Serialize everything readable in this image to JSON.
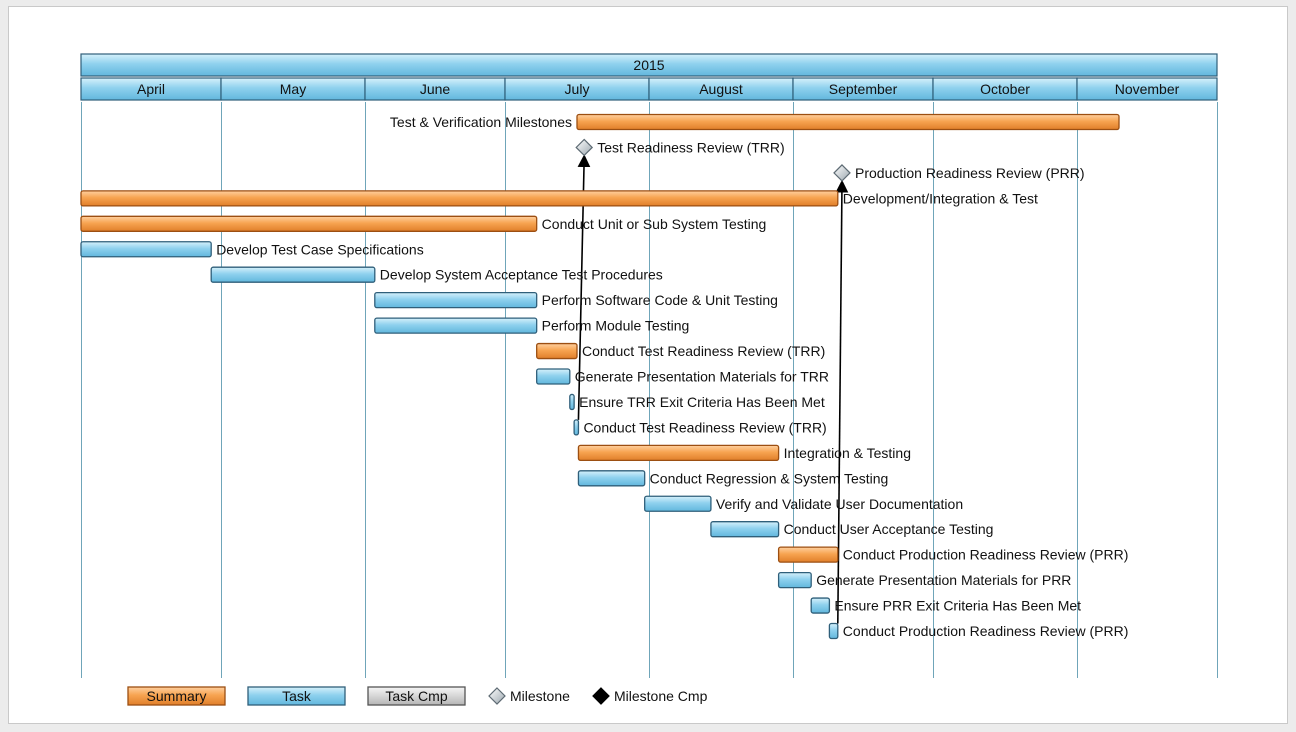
{
  "colors": {
    "summary_fill": "#f7a451",
    "summary_border": "#9c4f12",
    "task_fill": "#8fd1ee",
    "task_border": "#2f5f7a",
    "task_cmp_fill": "#d9d9d9",
    "task_cmp_border": "#555555",
    "milestone_fill": "#d5dce2",
    "milestone_cmp_fill": "#000000",
    "header_fill": "#8fd1ee",
    "gridline": "#4b8fa8"
  },
  "chart_data": {
    "type": "gantt",
    "year_label": "2015",
    "months": [
      "April",
      "May",
      "June",
      "July",
      "August",
      "September",
      "October",
      "November"
    ],
    "x_unit": "months from start of April 2015",
    "xlim": [
      0,
      8
    ],
    "rows": [
      {
        "label": "Test & Verification Milestones",
        "kind": "summary",
        "start": 3.5,
        "end": 7.3,
        "label_side": "left"
      },
      {
        "label": "Test Readiness Review (TRR)",
        "kind": "milestone",
        "at": 3.55
      },
      {
        "label": "Production Readiness Review (PRR)",
        "kind": "milestone",
        "at": 5.35
      },
      {
        "label": "Development/Integration & Test",
        "kind": "summary",
        "start": 0,
        "end": 5.32
      },
      {
        "label": "Conduct Unit or Sub System Testing",
        "kind": "summary",
        "start": 0,
        "end": 3.22
      },
      {
        "label": "Develop Test Case Specifications",
        "kind": "task",
        "start": 0,
        "end": 0.93
      },
      {
        "label": "Develop System Acceptance Test Procedures",
        "kind": "task",
        "start": 0.93,
        "end": 2.07
      },
      {
        "label": "Perform Software Code & Unit Testing",
        "kind": "task",
        "start": 2.07,
        "end": 3.22
      },
      {
        "label": "Perform Module Testing",
        "kind": "task",
        "start": 2.07,
        "end": 3.22
      },
      {
        "label": "Conduct Test Readiness Review (TRR)",
        "kind": "summary",
        "start": 3.22,
        "end": 3.5
      },
      {
        "label": "Generate Presentation Materials for TRR",
        "kind": "task",
        "start": 3.22,
        "end": 3.45
      },
      {
        "label": "Ensure TRR Exit Criteria Has Been Met",
        "kind": "task",
        "start": 3.45,
        "end": 3.48
      },
      {
        "label": "Conduct Test Readiness Review (TRR)",
        "kind": "task",
        "start": 3.48,
        "end": 3.51
      },
      {
        "label": "Integration & Testing",
        "kind": "summary",
        "start": 3.51,
        "end": 4.9
      },
      {
        "label": "Conduct Regression & System Testing",
        "kind": "task",
        "start": 3.51,
        "end": 3.97
      },
      {
        "label": "Verify and Validate User Documentation",
        "kind": "task",
        "start": 3.97,
        "end": 4.43
      },
      {
        "label": "Conduct User Acceptance Testing",
        "kind": "task",
        "start": 4.43,
        "end": 4.9
      },
      {
        "label": "Conduct Production Readiness Review (PRR)",
        "kind": "summary",
        "start": 4.9,
        "end": 5.32
      },
      {
        "label": "Generate Presentation Materials for PRR",
        "kind": "task",
        "start": 4.9,
        "end": 5.13
      },
      {
        "label": "Ensure PRR Exit Criteria Has Been Met",
        "kind": "task",
        "start": 5.13,
        "end": 5.26
      },
      {
        "label": "Conduct Production Readiness Review (PRR)",
        "kind": "task",
        "start": 5.26,
        "end": 5.32
      }
    ],
    "links": [
      {
        "from_row": 12,
        "to_row": 1
      },
      {
        "from_row": 20,
        "to_row": 2
      }
    ],
    "legend": [
      {
        "label": "Summary",
        "kind": "summary"
      },
      {
        "label": "Task",
        "kind": "task"
      },
      {
        "label": "Task Cmp",
        "kind": "task_cmp"
      },
      {
        "label": "Milestone",
        "kind": "milestone"
      },
      {
        "label": "Milestone Cmp",
        "kind": "milestone_cmp"
      }
    ]
  }
}
